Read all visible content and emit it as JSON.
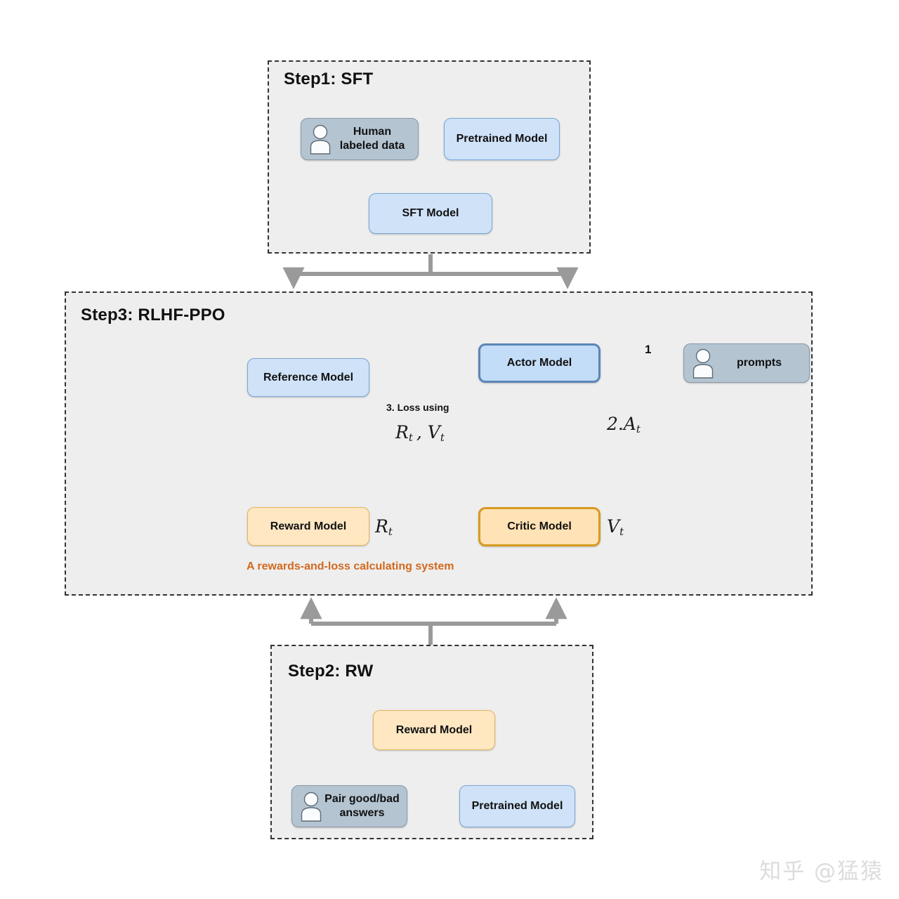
{
  "diagram": {
    "title": "RLHF training pipeline (SFT / RW / PPO)",
    "colors": {
      "group_fill": "#eeeeee",
      "group_border": "#333333",
      "blue_fill": "#cfe2f8",
      "blue_border": "#7aa8d8",
      "blue_strong_border": "#5b86b8",
      "gray_fill": "#b4c4d1",
      "orange_fill": "#ffe7c2",
      "orange_border": "#e8b55c",
      "orange_strong_border": "#d79a20",
      "caption_orange": "#d2691e",
      "gray_connector": "#9a9a9a",
      "arrow_black": "#1a1a1a"
    },
    "steps": [
      {
        "id": "step1",
        "title": "Step1: SFT",
        "nodes": [
          {
            "id": "human-labeled-data",
            "label": "Human\nlabeled data",
            "style": "gray",
            "icon": "person-icon"
          },
          {
            "id": "pretrained-model",
            "label": "Pretrained Model",
            "style": "blue",
            "icon": null
          },
          {
            "id": "sft-model",
            "label": "SFT Model",
            "style": "blue",
            "icon": null
          }
        ]
      },
      {
        "id": "step3",
        "title": "Step3: RLHF-PPO",
        "system_caption": "A rewards-and-loss calculating system",
        "nodes": [
          {
            "id": "reference-model",
            "label": "Reference Model",
            "style": "blue",
            "icon": null
          },
          {
            "id": "reward-model-ppo",
            "label": "Reward Model",
            "style": "orange",
            "icon": null
          },
          {
            "id": "actor-model",
            "label": "Actor Model",
            "style": "blue-strong",
            "icon": null
          },
          {
            "id": "critic-model",
            "label": "Critic Model",
            "style": "orange-strong",
            "icon": null
          },
          {
            "id": "prompts",
            "label": "prompts",
            "style": "gray",
            "icon": "person-icon"
          }
        ],
        "edge_labels": [
          {
            "id": "loss-label",
            "text": "3. Loss using"
          },
          {
            "id": "loss-math",
            "base": "R",
            "sub": "t",
            "base2": "V",
            "sub2": "t",
            "text": "Rt , Vt"
          },
          {
            "id": "advantage-math",
            "text": "2.At",
            "prefix": "2.",
            "base": "A",
            "sub": "t"
          },
          {
            "id": "prompt-step",
            "text": "1"
          },
          {
            "id": "reward-out",
            "text": "Rt",
            "base": "R",
            "sub": "t"
          },
          {
            "id": "value-out",
            "text": "Vt",
            "base": "V",
            "sub": "t"
          }
        ]
      },
      {
        "id": "step2",
        "title": "Step2: RW",
        "nodes": [
          {
            "id": "reward-model-rw",
            "label": "Reward Model",
            "style": "orange",
            "icon": null
          },
          {
            "id": "pair-answers",
            "label": "Pair good/bad\nanswers",
            "style": "gray",
            "icon": "person-icon"
          },
          {
            "id": "pretrained-model-rw",
            "label": "Pretrained Model",
            "style": "blue",
            "icon": null
          }
        ]
      }
    ]
  },
  "node_labels": {
    "human_labeled_data_line1": "Human",
    "human_labeled_data_line2": "labeled data",
    "pretrained_model": "Pretrained Model",
    "sft_model": "SFT Model",
    "reference_model": "Reference Model",
    "reward_model_ppo": "Reward Model",
    "actor_model": "Actor Model",
    "critic_model": "Critic Model",
    "prompts": "prompts",
    "reward_model_rw": "Reward Model",
    "pair_answers_line1": "Pair good/bad",
    "pair_answers_line2": "answers",
    "pretrained_model_rw": "Pretrained Model"
  },
  "titles": {
    "step1": "Step1: SFT",
    "step2": "Step2: RW",
    "step3": "Step3: RLHF-PPO"
  },
  "labels": {
    "system_caption": "A rewards-and-loss calculating system",
    "loss_using": "3. Loss using",
    "prompt_number": "1"
  },
  "watermark": "知乎 @猛猿"
}
